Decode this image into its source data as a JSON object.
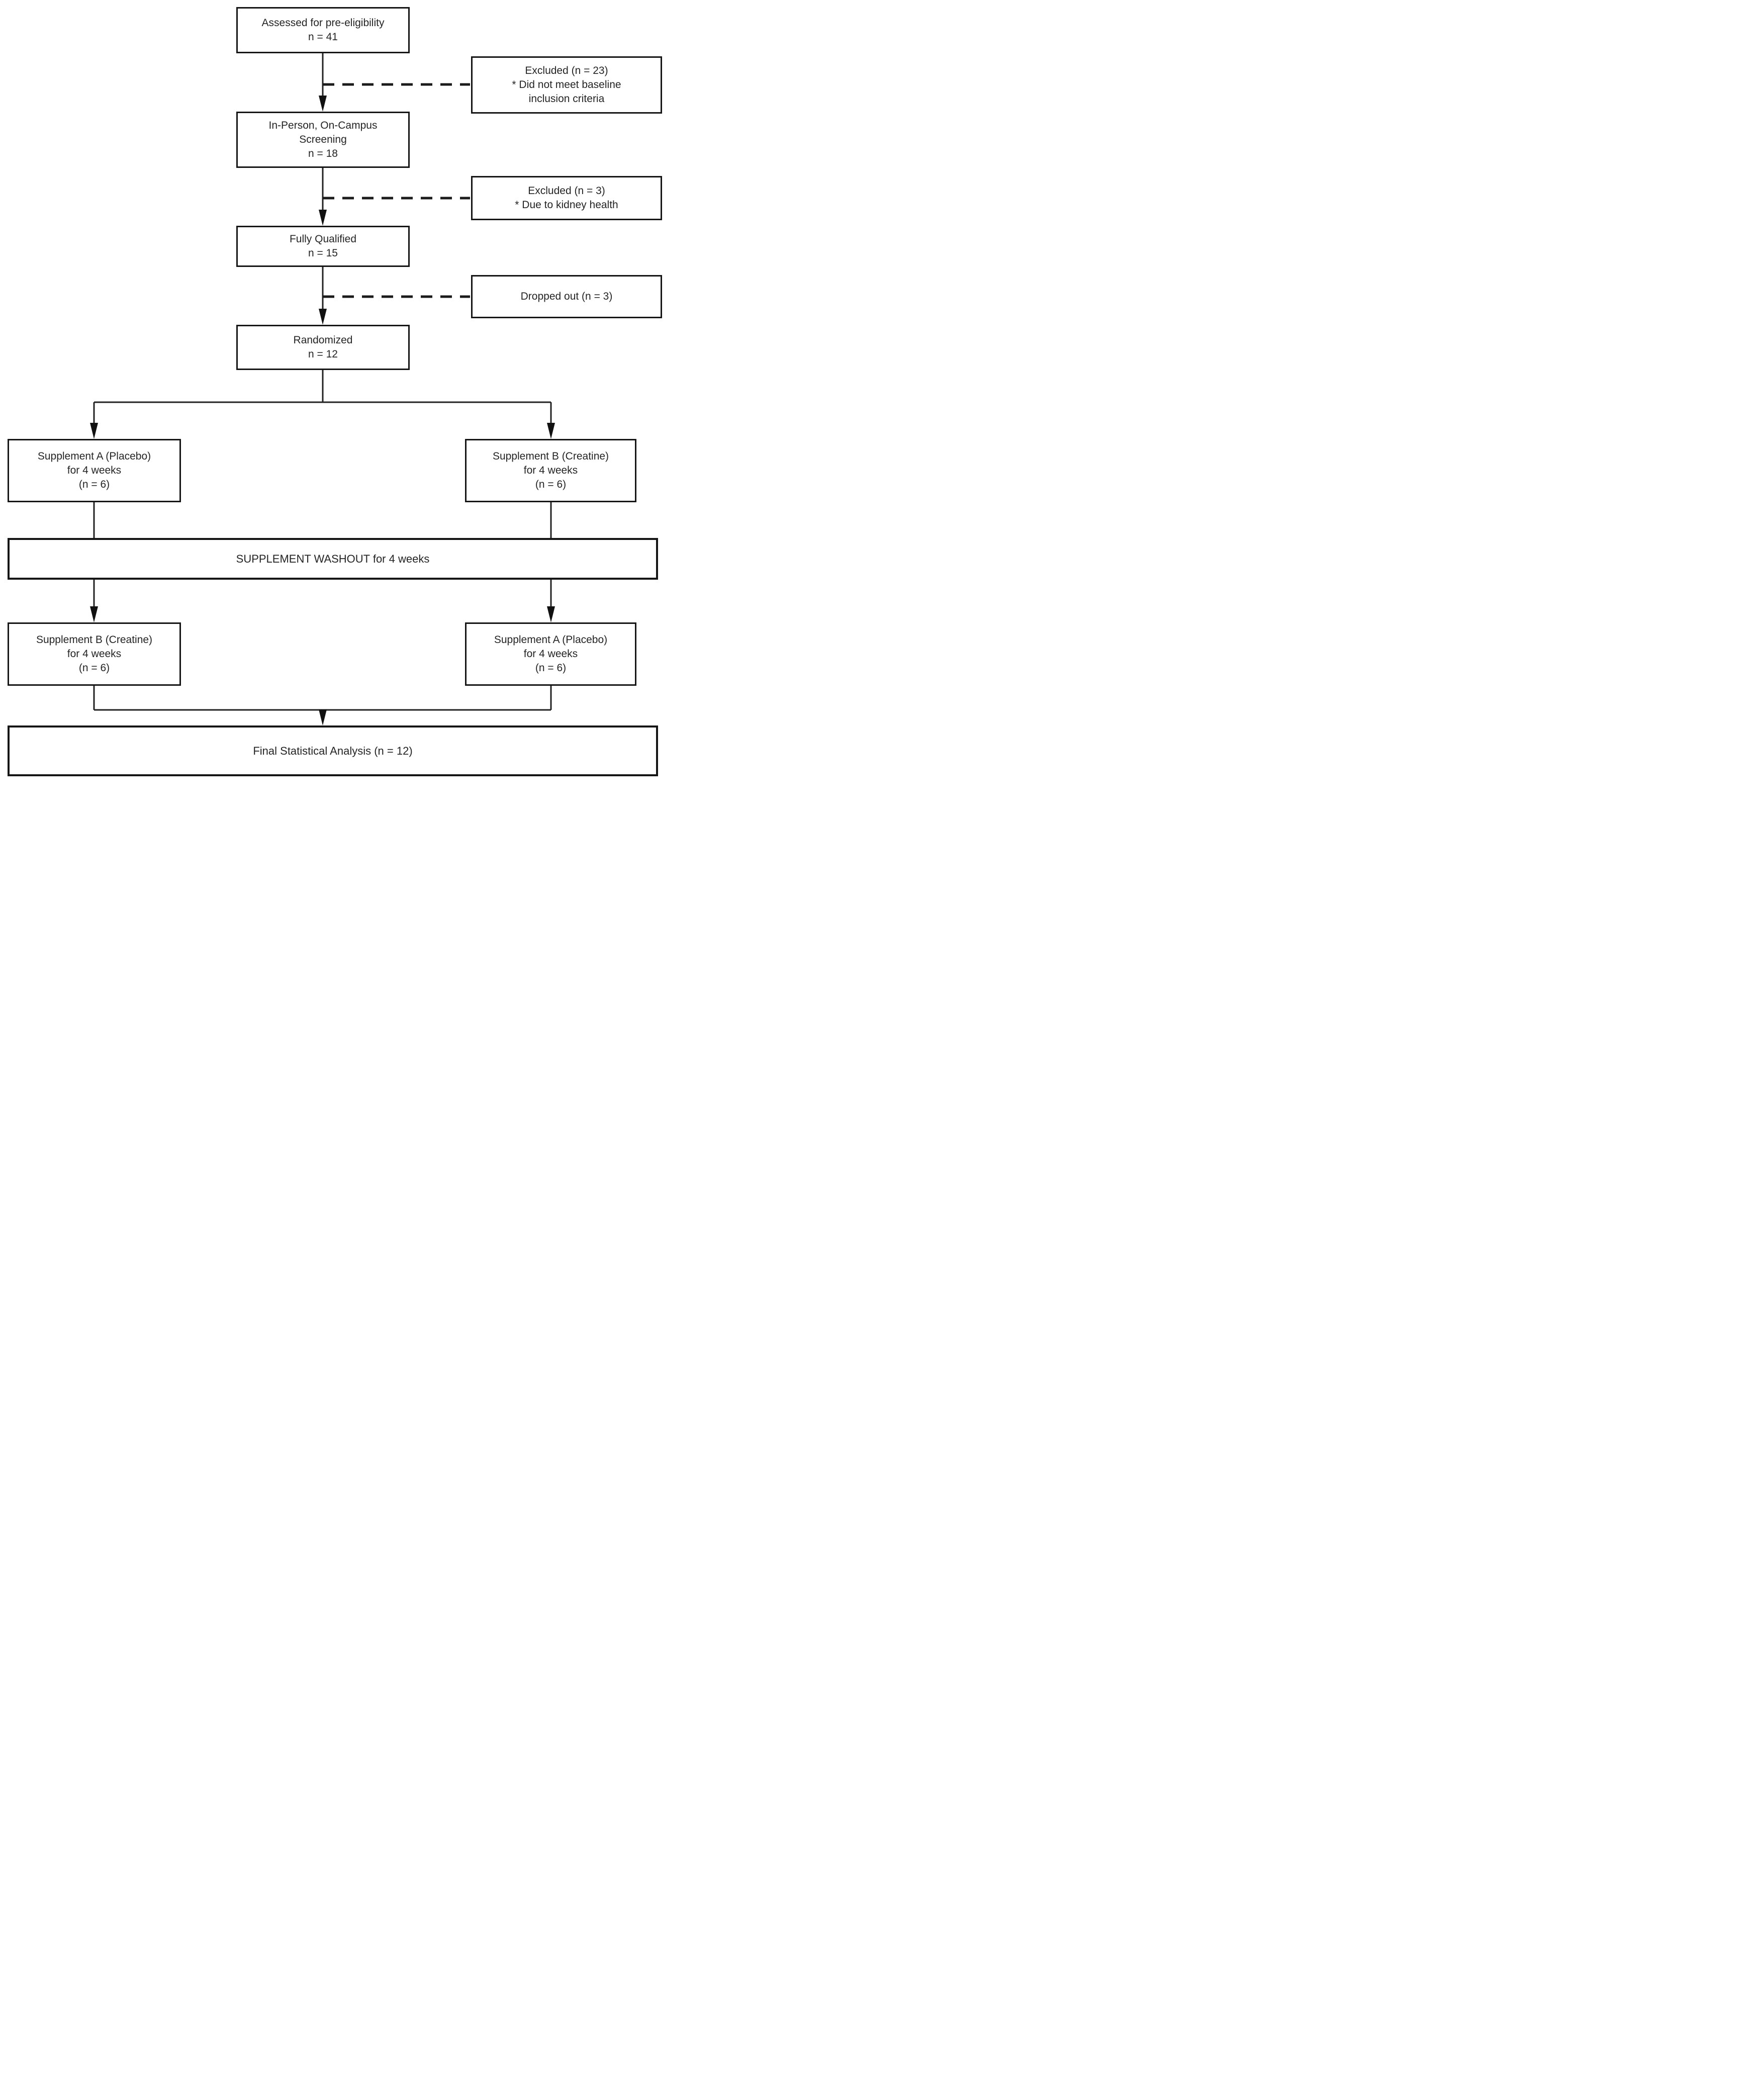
{
  "diagram": {
    "type": "flowchart",
    "description": "Participant flow diagram for a crossover supplement trial",
    "colors": {
      "background": "#ffffff",
      "box_border": "#161616",
      "line": "#222222",
      "text": "#242424"
    },
    "boxes": {
      "assessed": {
        "lines": [
          "Assessed for pre-eligibility",
          "n = 41"
        ]
      },
      "excluded1": {
        "lines": [
          "Excluded (n = 23)",
          "* Did not meet baseline",
          "inclusion criteria"
        ]
      },
      "screening": {
        "lines": [
          "In-Person, On-Campus",
          "Screening",
          "n = 18"
        ]
      },
      "excluded2": {
        "lines": [
          "Excluded (n = 3)",
          "* Due to kidney health"
        ]
      },
      "qualified": {
        "lines": [
          "Fully Qualified",
          "n = 15"
        ]
      },
      "dropped": {
        "lines": [
          "Dropped out (n = 3)"
        ]
      },
      "randomized": {
        "lines": [
          "Randomized",
          "n = 12"
        ]
      },
      "armA1": {
        "lines": [
          "Supplement A (Placebo)",
          "for 4 weeks",
          "(n = 6)"
        ]
      },
      "armB1": {
        "lines": [
          "Supplement B (Creatine)",
          "for 4 weeks",
          "(n = 6)"
        ]
      },
      "washout": {
        "lines": [
          "SUPPLEMENT WASHOUT for 4 weeks"
        ]
      },
      "armB2": {
        "lines": [
          "Supplement B (Creatine)",
          "for 4 weeks",
          "(n = 6)"
        ]
      },
      "armA2": {
        "lines": [
          "Supplement A (Placebo)",
          "for 4 weeks",
          "(n = 6)"
        ]
      },
      "final": {
        "lines": [
          "Final Statistical Analysis (n = 12)"
        ]
      }
    }
  }
}
